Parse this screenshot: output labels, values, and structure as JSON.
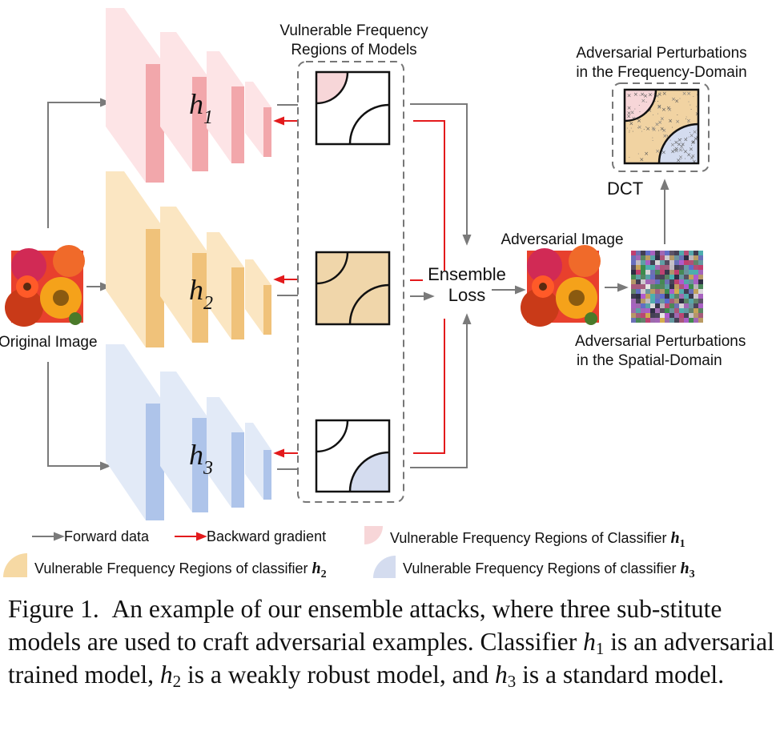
{
  "figure": {
    "vuln_regions_title_line1": "Vulnerable Frequency",
    "vuln_regions_title_line2": "Regions of Models",
    "freq_pert_title_line1": "Adversarial Perturbations",
    "freq_pert_title_line2": "in the Frequency-Domain",
    "dct_label": "DCT",
    "adversarial_image_label": "Adversarial Image",
    "original_image_label": "Original Image",
    "ensemble_loss_line1": "Ensemble",
    "ensemble_loss_line2": "Loss",
    "spatial_pert_title_line1": "Adversarial Perturbations",
    "spatial_pert_title_line2": "in the Spatial-Domain",
    "model_symbol": "h",
    "models": [
      {
        "sub": "1",
        "color": "#f7c5c8",
        "dark": "#f2a3a8"
      },
      {
        "sub": "2",
        "color": "#f6d9a4",
        "dark": "#f0c27a"
      },
      {
        "sub": "3",
        "color": "#d3e0f3",
        "dark": "#aec4ea"
      }
    ],
    "colors": {
      "forward": "#7a7a7a",
      "backward": "#e31a1c",
      "region1": "#f7d6d8",
      "region2": "#f0d6aa",
      "region3": "#d4dcef",
      "dct_fill": "#f1d3a2"
    }
  },
  "legend": {
    "forward": "Forward data",
    "backward": "Backward gradient",
    "region1_text": "Vulnerable Frequency Regions of Classifier ",
    "region1_sym": "h",
    "region1_sub": "1",
    "region2_text": "Vulnerable Frequency Regions of classifier ",
    "region2_sym": "h",
    "region2_sub": "2",
    "region3_text": "Vulnerable Frequency Regions of classifier ",
    "region3_sym": "h",
    "region3_sub": "3"
  },
  "caption": {
    "prefix": "Figure 1.",
    "t1": "An example of our ensemble attacks, where three sub-stitute models are used to craft adversarial examples. Classifier ",
    "h1": "h",
    "s1": "1",
    "t2": " is an adversarial trained model, ",
    "h2": "h",
    "s2": "2",
    "t3": " is a weakly robust model, and ",
    "h3": "h",
    "s3": "3",
    "t4": " is a standard model."
  }
}
